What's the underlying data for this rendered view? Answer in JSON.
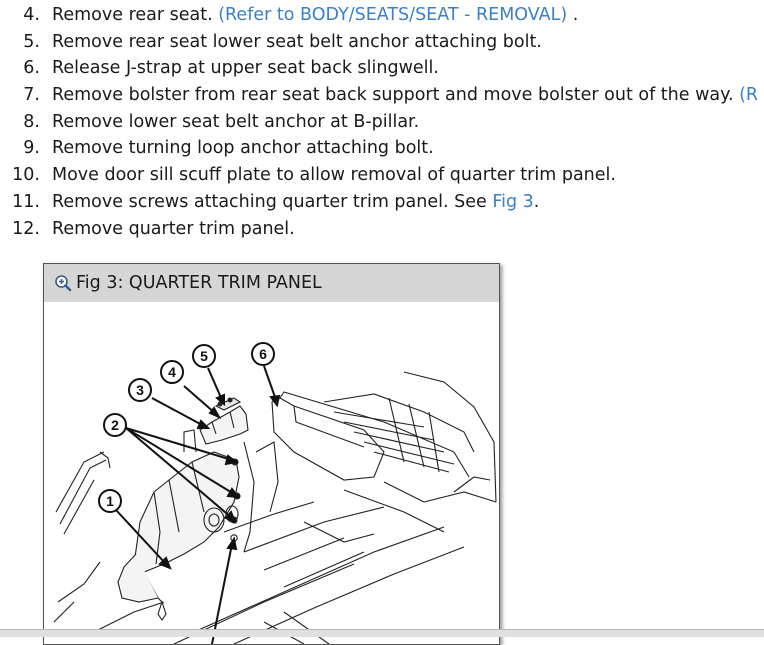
{
  "steps": [
    {
      "num": "4.",
      "text": "Remove rear seat. ",
      "link": "(Refer to BODY/SEATS/SEAT - REMOVAL)",
      "after": " ."
    },
    {
      "num": "5.",
      "text": "Remove rear seat lower seat belt anchor attaching bolt."
    },
    {
      "num": "6.",
      "text": "Release J-strap at upper seat back slingwell."
    },
    {
      "num": "7.",
      "text": "Remove bolster from rear seat back support and move bolster out of the way. ",
      "link": "(R"
    },
    {
      "num": "8.",
      "text": "Remove lower seat belt anchor at B-pillar."
    },
    {
      "num": "9.",
      "text": "Remove turning loop anchor attaching bolt."
    },
    {
      "num": "10.",
      "text": "Move door sill scuff plate to allow removal of quarter trim panel."
    },
    {
      "num": "11.",
      "text": "Remove screws attaching quarter trim panel. See ",
      "link": "Fig 3",
      "after": "."
    },
    {
      "num": "12.",
      "text": "Remove quarter trim panel."
    }
  ],
  "figure": {
    "title": "Fig 3: QUARTER TRIM PANEL",
    "zoom_icon": "zoom-in-icon",
    "callouts": [
      "1",
      "2",
      "3",
      "4",
      "5",
      "6"
    ]
  },
  "colors": {
    "link": "#3b7fc4",
    "header_bg": "#d6d6d6",
    "text": "#1a1a1a"
  }
}
